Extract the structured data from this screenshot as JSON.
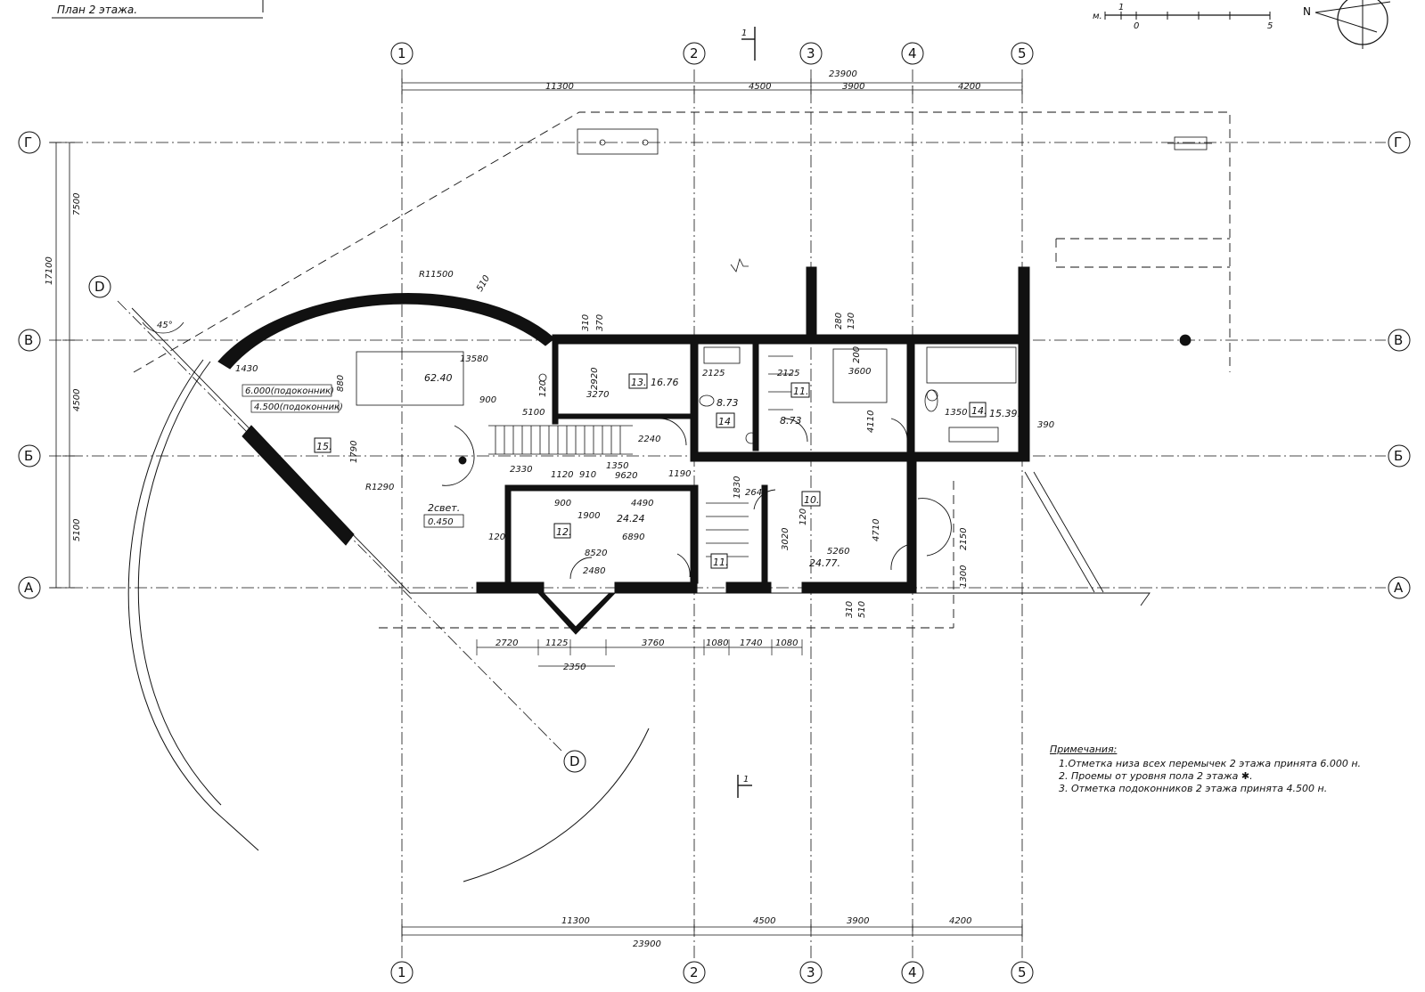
{
  "title": "План 2 этажа.",
  "north_label": "N",
  "scale_labels": [
    "м.",
    "1",
    "0",
    "5"
  ],
  "axes_vertical": [
    {
      "id": "ax-1",
      "label": "1"
    },
    {
      "id": "ax-2",
      "label": "2"
    },
    {
      "id": "ax-3",
      "label": "3"
    },
    {
      "id": "ax-4",
      "label": "4"
    },
    {
      "id": "ax-5",
      "label": "5"
    }
  ],
  "axes_horizontal": [
    {
      "id": "ax-g",
      "label": "Г"
    },
    {
      "id": "ax-v",
      "label": "В"
    },
    {
      "id": "ax-b",
      "label": "Б"
    },
    {
      "id": "ax-a",
      "label": "А"
    }
  ],
  "axis_diag_label": "D",
  "top_dims": {
    "total": "23900",
    "parts": [
      "11300",
      "4500",
      "3900",
      "4200"
    ]
  },
  "bottom_dims": {
    "total": "23900",
    "parts": [
      "11300",
      "4500",
      "3900",
      "4200"
    ]
  },
  "left_dims": {
    "total": "17100",
    "parts": [
      "7500",
      "4500",
      "5100"
    ]
  },
  "section_label": "1",
  "bottom_small_dims": [
    "2720",
    "1125",
    "3760",
    "1080",
    "1740",
    "1080",
    "2350"
  ],
  "rooms": [
    {
      "num": "15.",
      "area": "62.40"
    },
    {
      "num": "13.",
      "area": "16.76"
    },
    {
      "num": "14",
      "area": "8.73"
    },
    {
      "num": "11.",
      "area": "8.73"
    },
    {
      "num": "14.",
      "area": "15.39."
    },
    {
      "num": "12.",
      "area": "24.24"
    },
    {
      "num": "10.",
      "area": "24.77."
    },
    {
      "num": "11.",
      "area": ""
    }
  ],
  "light_label": "2свет.",
  "light_level": "0.450",
  "radius_labels": [
    "R11500",
    "R1290"
  ],
  "angle_label": "45°",
  "sill_labels": [
    "6.000(подоконник)",
    "4.500(подоконник)"
  ],
  "inner_dims": [
    "1430",
    "13580",
    "880",
    "510",
    "310",
    "370",
    "2920",
    "3270",
    "5100",
    "900",
    "2240",
    "2330",
    "1120",
    "910",
    "1350",
    "9620",
    "1190",
    "900",
    "1900",
    "4490",
    "6890",
    "8520",
    "2480",
    "2640",
    "3020",
    "5260",
    "4710",
    "4110",
    "3600",
    "2125",
    "2125",
    "1350",
    "1830",
    "1790",
    "120",
    "120",
    "120",
    "2150",
    "1300",
    "390",
    "510",
    "310",
    "200",
    "280",
    "130"
  ],
  "notes": {
    "title": "Примечания:",
    "items": [
      "1.Отметка низа всех перемычек 2 этажа принята 6.000 н.",
      "2. Проемы от уровня пола 2 этажа ✱.",
      "3. Отметка подоконников 2 этажа принята 4.500 н."
    ]
  }
}
